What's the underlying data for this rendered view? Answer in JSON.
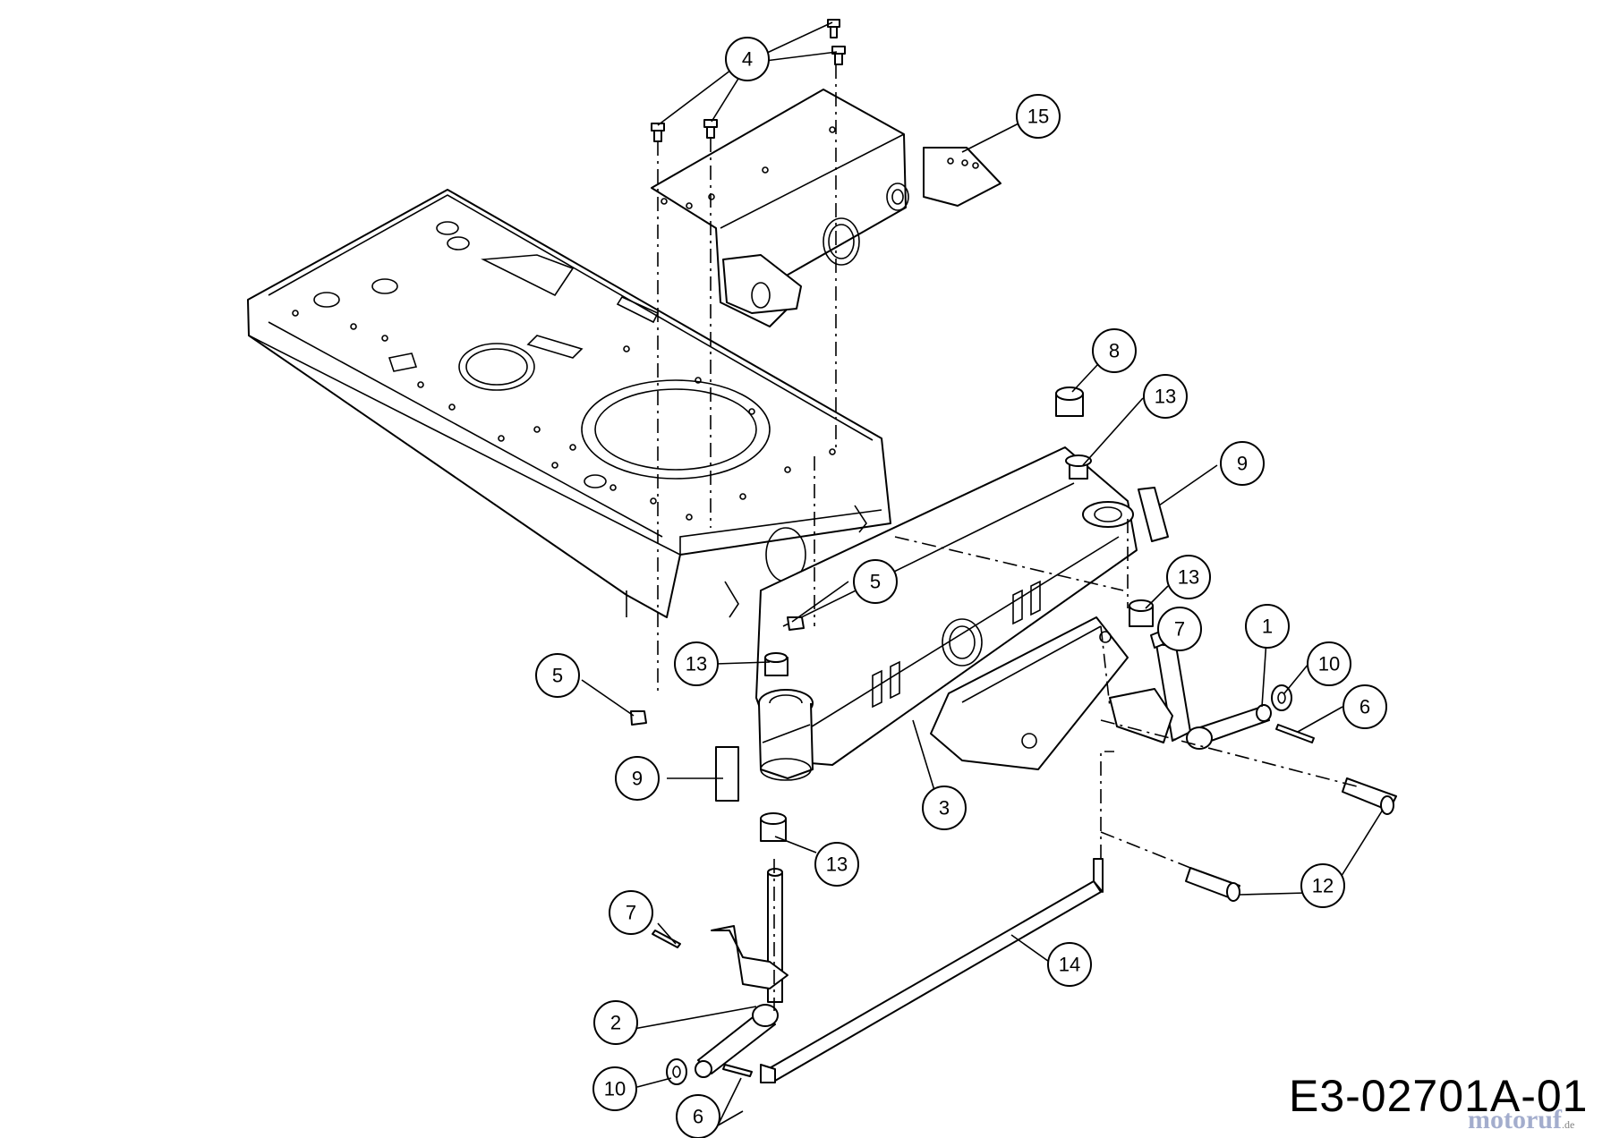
{
  "drawing_code": "E3-02701A-01",
  "watermark": {
    "brand": "motoruf",
    "suffix": ".de"
  },
  "callouts": [
    {
      "id": "c4",
      "label": "4"
    },
    {
      "id": "c15",
      "label": "15"
    },
    {
      "id": "c8",
      "label": "8"
    },
    {
      "id": "c13a",
      "label": "13"
    },
    {
      "id": "c9a",
      "label": "9"
    },
    {
      "id": "c13b",
      "label": "13"
    },
    {
      "id": "c7a",
      "label": "7"
    },
    {
      "id": "c5a",
      "label": "5"
    },
    {
      "id": "c13c",
      "label": "13"
    },
    {
      "id": "c5b",
      "label": "5"
    },
    {
      "id": "c1",
      "label": "1"
    },
    {
      "id": "c10a",
      "label": "10"
    },
    {
      "id": "c6a",
      "label": "6"
    },
    {
      "id": "c9b",
      "label": "9"
    },
    {
      "id": "c3",
      "label": "3"
    },
    {
      "id": "c13d",
      "label": "13"
    },
    {
      "id": "c12",
      "label": "12"
    },
    {
      "id": "c7b",
      "label": "7"
    },
    {
      "id": "c14",
      "label": "14"
    },
    {
      "id": "c2",
      "label": "2"
    },
    {
      "id": "c10b",
      "label": "10"
    },
    {
      "id": "c6b",
      "label": "6"
    }
  ]
}
